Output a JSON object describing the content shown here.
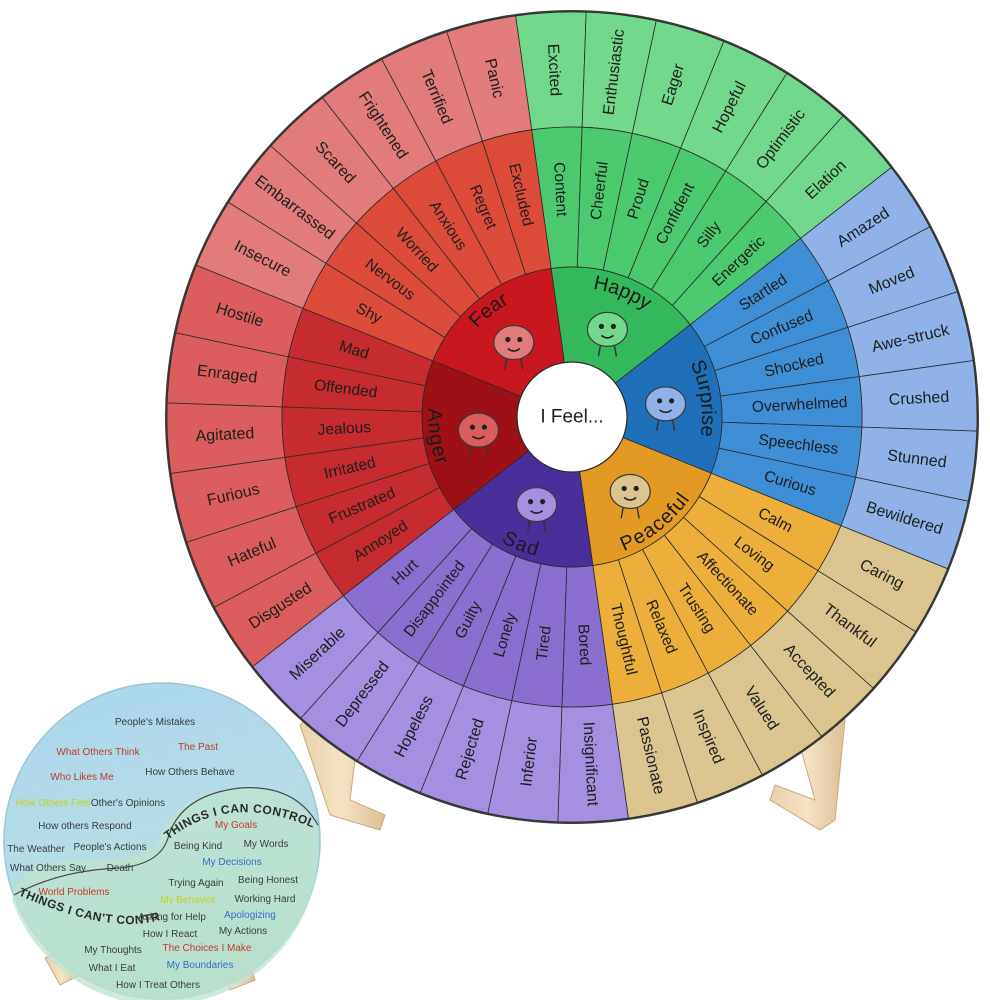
{
  "wheel": {
    "center_label": "I Feel...",
    "emotions": [
      {
        "core": "Happy",
        "color": "#33b85c",
        "middle_color": "#4cc86e",
        "outer_color": "#72d98c",
        "middle": [
          "Content",
          "Cheerful",
          "Proud",
          "Confident",
          "Silly",
          "Energetic"
        ],
        "outer": [
          "Excited",
          "Enthusiastic",
          "Eager",
          "Hopeful",
          "Optimistic",
          "Elation"
        ]
      },
      {
        "core": "Surprise",
        "color": "#1f6fb8",
        "middle_color": "#3f8fd6",
        "outer_color": "#8fb3e8",
        "middle": [
          "Startled",
          "Confused",
          "Shocked",
          "Overwhelmed",
          "Speechless",
          "Curious"
        ],
        "outer": [
          "Amazed",
          "Moved",
          "Awe-struck",
          "Crushed",
          "Stunned",
          "Bewildered"
        ]
      },
      {
        "core": "Peaceful",
        "color": "#e39a22",
        "middle_color": "#edae3a",
        "outer_color": "#d9c58d",
        "middle": [
          "Calm",
          "Loving",
          "Affectionate",
          "Trusting",
          "Relaxed",
          "Thoughtful"
        ],
        "outer": [
          "Caring",
          "Thankful",
          "Accepted",
          "Valued",
          "Inspired",
          "Passionate"
        ]
      },
      {
        "core": "Sad",
        "color": "#4a2f9a",
        "middle_color": "#8a6fd0",
        "outer_color": "#a48fe0",
        "middle": [
          "Bored",
          "Tired",
          "Lonely",
          "Guilty",
          "Disappointed",
          "Hurt"
        ],
        "outer": [
          "Insignificant",
          "Inferior",
          "Rejected",
          "Hopeless",
          "Depressed",
          "Miserable"
        ]
      },
      {
        "core": "Anger",
        "color": "#9c1016",
        "middle_color": "#c52b2f",
        "outer_color": "#db5d5d",
        "middle": [
          "Annoyed",
          "Frustrated",
          "Irritated",
          "Jealous",
          "Offended",
          "Mad"
        ],
        "outer": [
          "Disgusted",
          "Hateful",
          "Furious",
          "Agitated",
          "Enraged",
          "Hostile"
        ]
      },
      {
        "core": "Fear",
        "color": "#c9171e",
        "middle_color": "#dd4c38",
        "outer_color": "#e27b7b",
        "middle": [
          "Shy",
          "Nervous",
          "Worried",
          "Anxious",
          "Regret",
          "Excluded"
        ],
        "outer": [
          "Insecure",
          "Embarrassed",
          "Scared",
          "Frightened",
          "Terrified",
          "Panic"
        ]
      }
    ]
  },
  "control_disc": {
    "cant_control_heading": "THINGS I CAN'T CONTROL",
    "can_control_heading": "THINGS I CAN CONTROL",
    "cant_control_items": [
      {
        "text": "People's Mistakes",
        "color": "#3a3a3a"
      },
      {
        "text": "What Others Think",
        "color": "#c0392b"
      },
      {
        "text": "The Past",
        "color": "#c0392b"
      },
      {
        "text": "Who Likes Me",
        "color": "#c0392b"
      },
      {
        "text": "How Others Behave",
        "color": "#3a3a3a"
      },
      {
        "text": "How Others Feel",
        "color": "#c7d21a"
      },
      {
        "text": "Other's Opinions",
        "color": "#3a3a3a"
      },
      {
        "text": "How others Respond",
        "color": "#3a3a3a"
      },
      {
        "text": "The Weather",
        "color": "#3a3a3a"
      },
      {
        "text": "People's Actions",
        "color": "#3a3a3a"
      },
      {
        "text": "What Others Say",
        "color": "#3a3a3a"
      },
      {
        "text": "Death",
        "color": "#3a3a3a"
      },
      {
        "text": "World Problems",
        "color": "#c0392b"
      }
    ],
    "can_control_items": [
      {
        "text": "My Goals",
        "color": "#c0392b"
      },
      {
        "text": "Being Kind",
        "color": "#3a3a3a"
      },
      {
        "text": "My Words",
        "color": "#3a3a3a"
      },
      {
        "text": "My Decisions",
        "color": "#2a6fc9"
      },
      {
        "text": "Trying Again",
        "color": "#3a3a3a"
      },
      {
        "text": "Being Honest",
        "color": "#3a3a3a"
      },
      {
        "text": "My Behavior",
        "color": "#c7d21a"
      },
      {
        "text": "Working Hard",
        "color": "#3a3a3a"
      },
      {
        "text": "Asking for Help",
        "color": "#3a3a3a"
      },
      {
        "text": "Apologizing",
        "color": "#2a6fc9"
      },
      {
        "text": "How I React",
        "color": "#3a3a3a"
      },
      {
        "text": "My Actions",
        "color": "#3a3a3a"
      },
      {
        "text": "My Thoughts",
        "color": "#3a3a3a"
      },
      {
        "text": "The Choices I Make",
        "color": "#c0392b"
      },
      {
        "text": "What I Eat",
        "color": "#3a3a3a"
      },
      {
        "text": "My Boundaries",
        "color": "#2a6fc9"
      },
      {
        "text": "How I Treat Others",
        "color": "#3a3a3a"
      }
    ]
  }
}
